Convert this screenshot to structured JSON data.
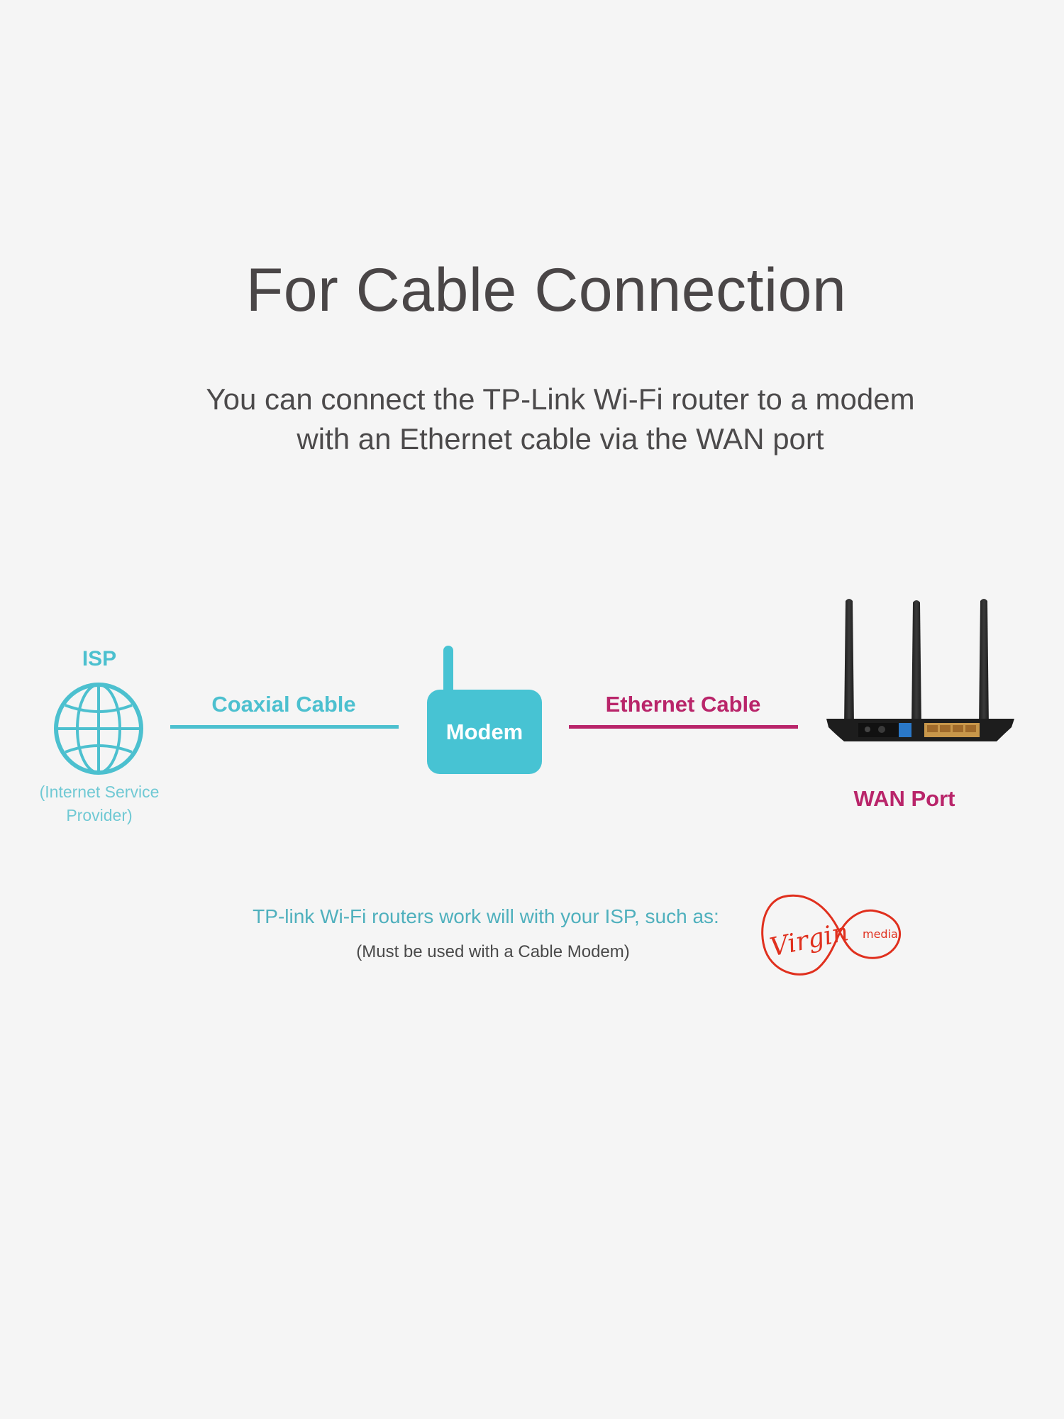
{
  "header": {
    "title": "For Cable Connection",
    "subtitle_line1": "You can connect the TP-Link Wi-Fi router to a modem",
    "subtitle_line2": "with an Ethernet cable via the WAN port"
  },
  "diagram": {
    "isp": {
      "label": "ISP",
      "sublabel_line1": "(Internet Service",
      "sublabel_line2": "Provider)",
      "icon": "globe-icon"
    },
    "coaxial_cable": {
      "label": "Coaxial Cable",
      "color": "#4cc0cf"
    },
    "modem": {
      "label": "Modem",
      "color": "#47c3d3",
      "icon": "modem-icon"
    },
    "ethernet_cable": {
      "label": "Ethernet Cable",
      "color": "#b9256a"
    },
    "router": {
      "label": "WAN Port",
      "icon": "router-icon"
    }
  },
  "footer": {
    "isp_note": "TP-link Wi-Fi routers work will with your ISP, such as:",
    "cable_note": "(Must be used with a Cable Modem)",
    "partner_logo": {
      "brand": "Virgin",
      "sub": "media",
      "color": "#e0301e"
    }
  },
  "colors": {
    "background": "#f5f5f5",
    "teal": "#4cc0cf",
    "magenta": "#b9256a",
    "title_text": "#4a4647"
  }
}
